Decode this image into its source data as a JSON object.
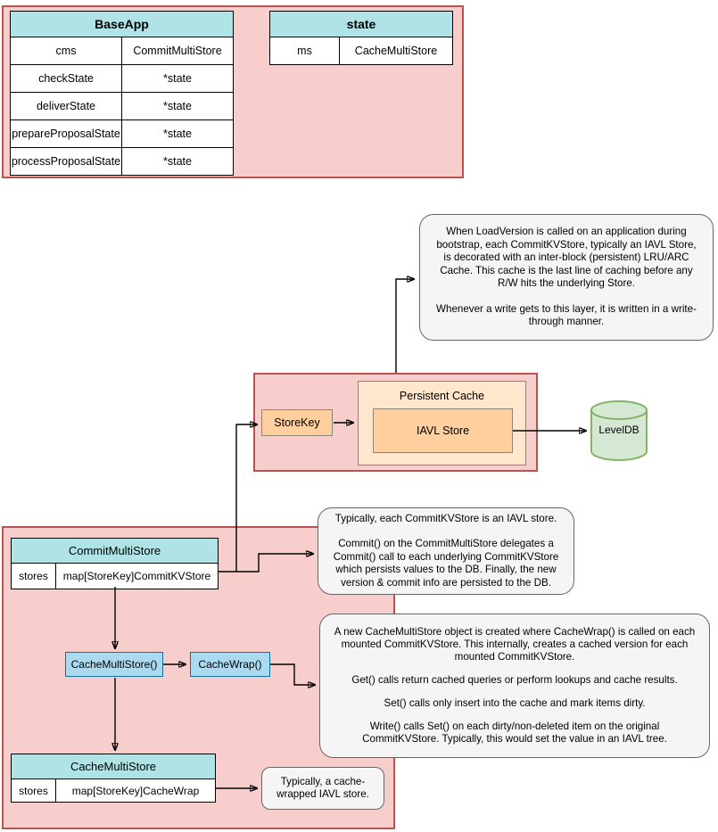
{
  "baseapp_group": {
    "baseapp_table": {
      "title": "BaseApp",
      "rows": [
        {
          "field": "cms",
          "type": "CommitMultiStore"
        },
        {
          "field": "checkState",
          "type": "*state"
        },
        {
          "field": "deliverState",
          "type": "*state"
        },
        {
          "field": "prepareProposalState",
          "type": "*state"
        },
        {
          "field": "processProposalState",
          "type": "*state"
        }
      ]
    },
    "state_table": {
      "title": "state",
      "rows": [
        {
          "field": "ms",
          "type": "CacheMultiStore"
        }
      ]
    }
  },
  "persistent_cache_group": {
    "store_key_label": "StoreKey",
    "container_label": "Persistent Cache",
    "iavl_store_label": "IAVL Store",
    "leveldb_label": "LevelDB"
  },
  "multistore_group": {
    "commit_multi_store_table": {
      "title": "CommitMultiStore",
      "rows": [
        {
          "field": "stores",
          "type": "map[StoreKey]CommitKVStore"
        }
      ]
    },
    "cache_multi_store_call_label": "CacheMultiStore()",
    "cache_wrap_call_label": "CacheWrap()",
    "cache_multi_store_table": {
      "title": "CacheMultiStore",
      "rows": [
        {
          "field": "stores",
          "type": "map[StoreKey]CacheWrap"
        }
      ]
    }
  },
  "notes": {
    "load_version_note": {
      "paragraphs": [
        "When LoadVersion is called on an application during bootstrap, each CommitKVStore, typically an IAVL Store, is decorated with an inter-block (persistent) LRU/ARC Cache. This cache is the last line of caching before any R/W hits the underlying Store.",
        "Whenever a write gets to this layer, it is written in a write-through manner."
      ]
    },
    "commit_note": {
      "paragraphs": [
        "Typically, each CommitKVStore is an IAVL store.",
        "Commit() on the CommitMultiStore delegates a Commit() call to each underlying CommitKVStore which persists values to the DB. Finally, the new version & commit info are persisted to the DB."
      ]
    },
    "cache_wrap_note": {
      "paragraphs": [
        "A new CacheMultiStore object is created where CacheWrap() is called on each mounted CommitKVStore. This internally, creates a cached version for each mounted CommitKVStore.",
        "Get() calls return cached queries or perform lookups and cache results.",
        "Set() calls only insert into the cache and mark items dirty.",
        "Write() calls Set() on each dirty/non-deleted item on the original CommitKVStore. Typically, this would set the value in an IAVL tree."
      ]
    },
    "cache_wrapped_iavl_note": {
      "paragraphs": [
        "Typically, a cache-wrapped IAVL store."
      ]
    }
  },
  "colors": {
    "container_fill": "#f8cecc",
    "container_border": "#b85450",
    "table_header_fill": "#b0e3e6",
    "orange_fill": "#ffcf9e",
    "cream_fill": "#ffe6cc",
    "blue_fill": "#abd9f0",
    "blue_border": "#10739e",
    "green_fill": "#d5e8d4",
    "green_border": "#82b366",
    "note_fill": "#f5f5f5",
    "note_border": "#666666",
    "connector_color": "#000000"
  }
}
